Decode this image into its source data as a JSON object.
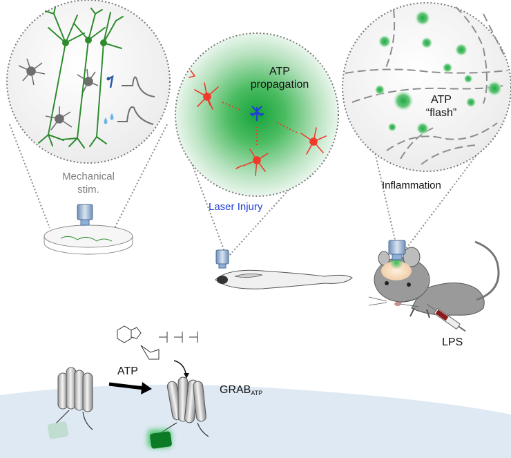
{
  "panels": {
    "neuron": {
      "caption_line1": "Mechanical",
      "caption_line2": "stim."
    },
    "zebrafish": {
      "title_line1": "ATP",
      "title_line2": "propagation",
      "caption": "Laser Injury"
    },
    "mouse": {
      "title_line1": "ATP",
      "title_line2": "“flash”",
      "caption": "Inflammation",
      "injection_label": "LPS"
    }
  },
  "sensor": {
    "arrow_label": "ATP",
    "name": "GRAB",
    "name_subscript": "ATP"
  },
  "colors": {
    "neuron_green": "#2e8b2e",
    "microglia_red": "#f03a2a",
    "atp_green": "#2fae4a",
    "injury_blue": "#1f3fd6",
    "membrane_blue": "#dfe9f3"
  }
}
